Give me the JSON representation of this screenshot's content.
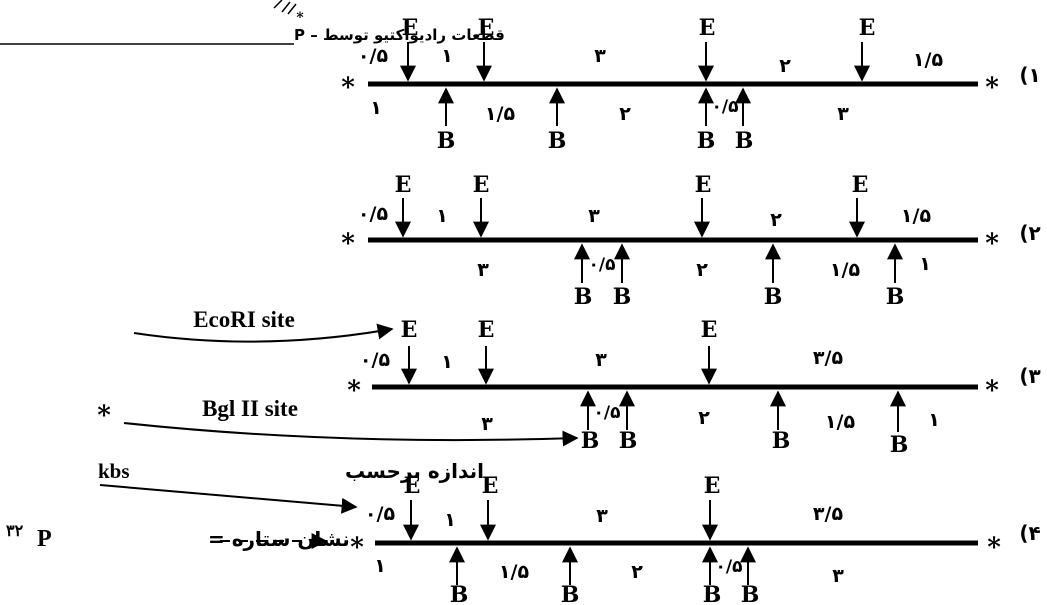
{
  "legend": {
    "title": "قطعات رادیواکتیو توسط – P",
    "ecori": "EcoRI site",
    "bgl": "Bgl II site",
    "kbs": "kbs",
    "size_label": "اندازه برحسب",
    "star_label": "نشان ستاره = ",
    "star_p": "P",
    "star_sup": "۳۲"
  },
  "symbols": {
    "star": "*",
    "E": "E",
    "B": "B"
  },
  "maps": [
    {
      "number": "(۱",
      "top_segments": [
        "۰/۵",
        "۱",
        "۳",
        "۲",
        "۱/۵"
      ],
      "bottom_segments": [
        "۱",
        "۱/۵",
        "۲",
        "۰/۵",
        "۳"
      ]
    },
    {
      "number": "(۲",
      "top_segments": [
        "۰/۵",
        "۱",
        "۳",
        "۲",
        "۱/۵"
      ],
      "bottom_segments": [
        "۳",
        "۰/۵",
        "۲",
        "۱/۵",
        "۱"
      ]
    },
    {
      "number": "(۳",
      "top_segments": [
        "۰/۵",
        "۱",
        "۳",
        "۳/۵"
      ],
      "bottom_segments": [
        "۳",
        "۰/۵",
        "۲",
        "۱/۵",
        "۱"
      ]
    },
    {
      "number": "(۴",
      "top_segments": [
        "۰/۵",
        "۱",
        "۳",
        "۳/۵"
      ],
      "bottom_segments": [
        "۱",
        "۱/۵",
        "۲",
        "۰/۵",
        "۳"
      ]
    }
  ]
}
